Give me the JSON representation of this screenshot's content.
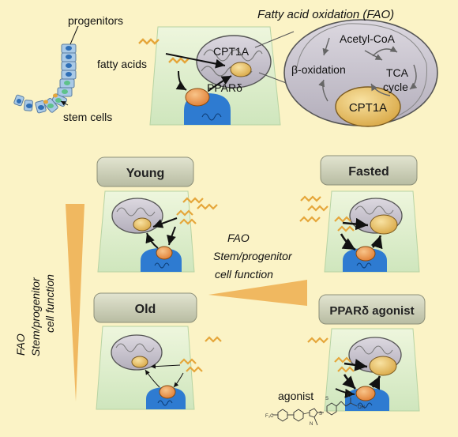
{
  "top": {
    "progenitors_label": "progenitors",
    "stem_cells_label": "stem cells",
    "fatty_acids_label": "fatty acids",
    "cpt1a_label": "CPT1A",
    "ppard_label": "PPARδ",
    "fao_title": "Fatty acid oxidation (FAO)",
    "beta_oxidation": "β-oxidation",
    "acetyl_coa": "Acetyl-CoA",
    "tca_line1": "TCA",
    "tca_line2": "cycle",
    "cpt1a_big": "CPT1A"
  },
  "conditions": {
    "young": "Young",
    "fasted": "Fasted",
    "old": "Old",
    "agonist_panel": "PPARδ agonist"
  },
  "left_gradient": {
    "line1": "FAO",
    "line2": "Stem/progenitor",
    "line3": "cell function"
  },
  "center_gradient": {
    "line1": "FAO",
    "line2": "Stem/progenitor",
    "line3": "cell function"
  },
  "agonist_label": "agonist",
  "colors": {
    "background": "#fbf3c6",
    "cell": "#d9ecc9",
    "mitochondria": "#c9c4d0",
    "cpt1a": "#e7c068",
    "nucleus": "#2e7bd1",
    "ppard": "#f0a050",
    "fatty_acid": "#e5a63a",
    "gradient": "#f0b860",
    "label_box": "#c9ccb4"
  }
}
